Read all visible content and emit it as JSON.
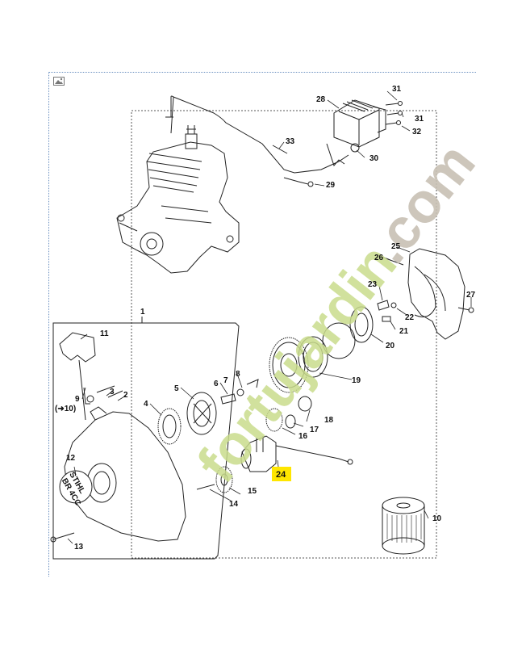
{
  "header": {
    "image_icon": "image-placeholder-icon"
  },
  "watermark": {
    "brand_part": "fortujardin",
    "suffix_part": ".com",
    "brand_color": "#c9dc8c",
    "suffix_color": "#c8c0b4"
  },
  "diagram": {
    "highlighted_part": "24",
    "highlight_color": "#ffe600",
    "refs": {
      "arrow_ref": "(➜10)"
    },
    "badge": {
      "brand": "STIHL",
      "model": "BR 4CC"
    },
    "callouts": [
      "1",
      "2",
      "3",
      "4",
      "5",
      "6",
      "7",
      "8",
      "9",
      "10",
      "11",
      "12",
      "13",
      "14",
      "15",
      "16",
      "17",
      "18",
      "19",
      "20",
      "21",
      "22",
      "23",
      "24",
      "25",
      "26",
      "27",
      "28",
      "29",
      "30",
      "31",
      "31",
      "32",
      "33"
    ]
  }
}
